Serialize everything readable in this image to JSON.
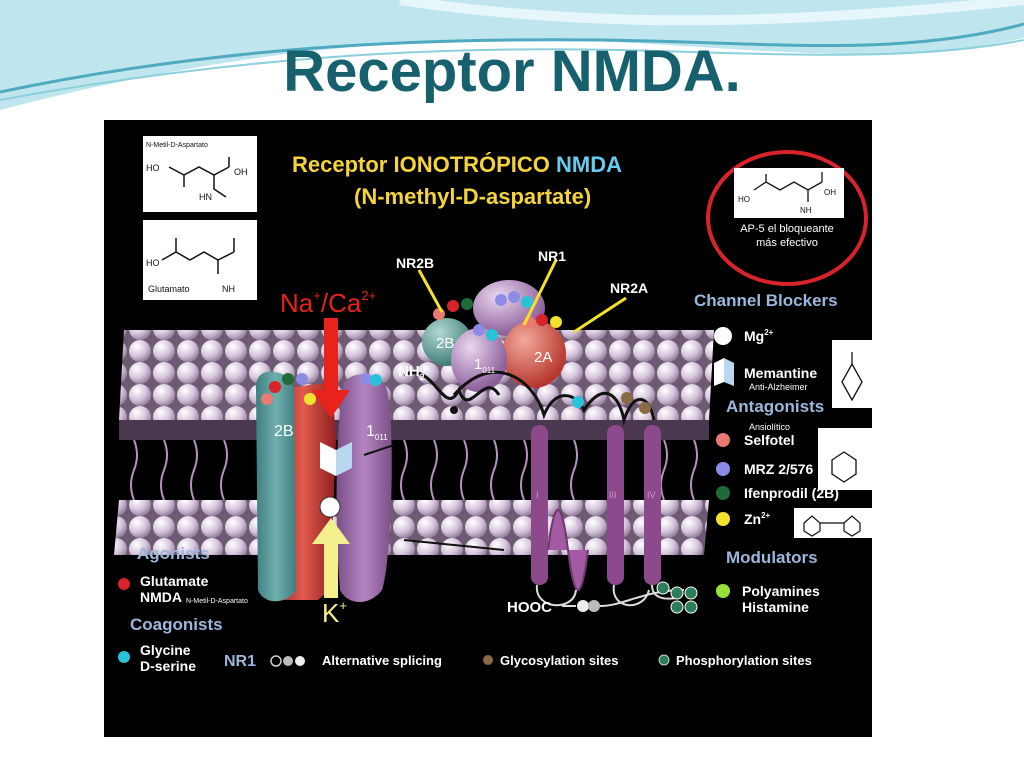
{
  "slide": {
    "title": "Receptor NMDA."
  },
  "colors": {
    "title": "#17606e",
    "wave_light": "#bfe6ef",
    "wave_dark": "#4fa9c0",
    "figure_bg": "#000000",
    "heading_blue": "#9bb8dc",
    "header_yellow": "#f5d33a",
    "header_cyan": "#66ccee"
  },
  "figure": {
    "header": {
      "line1_a": "Receptor IONOTRÓPICO",
      "line1_b": "NMDA",
      "line2": "(N-methyl-D-aspartate)"
    },
    "structures": {
      "nmda_label": "N-Metil-D-Aspartato",
      "glutamate_label": "Glutamato",
      "ap5_caption_1": "AP-5 el bloqueante",
      "ap5_caption_2": "más efectivo"
    },
    "subunits": {
      "nr2b": "NR2B",
      "nr1": "NR1",
      "nr2a": "NR2A",
      "top_2b": "2B",
      "top_1011": "1",
      "top_1011_sub": "011",
      "top_2a": "2A",
      "side_2b": "2B",
      "side_1011": "1",
      "side_1011_sub": "011",
      "nh2": "NH",
      "nh2_sub": "2",
      "hooc": "HOOC",
      "segments": [
        "I",
        "II",
        "III",
        "IV"
      ]
    },
    "ions": {
      "na_ca": "Na",
      "na_sup": "+",
      "slash_ca": "/Ca",
      "ca_sup": "2+",
      "k": "K",
      "k_sup": "+"
    },
    "legend_right": {
      "channel_blockers": "Channel Blockers",
      "mg": "Mg",
      "mg_sup": "2+",
      "memantine": "Memantine",
      "memantine_note": "Anti-Alzheimer",
      "antagonists": "Antagonists",
      "antagonists_note": "Ansiolítico",
      "selfotel": "Selfotel",
      "mrz": "MRZ 2/576",
      "ifenprodil": "Ifenprodil (2B)",
      "zn": "Zn",
      "zn_sup": "2+",
      "modulators": "Modulators",
      "polyamines": "Polyamines",
      "histamine": "Histamine"
    },
    "legend_left": {
      "agonists": "Agonists",
      "glutamate": "Glutamate",
      "nmda": "NMDA",
      "nmda_note": "N-Metil-D-Aspartato",
      "coagonists": "Coagonists",
      "glycine": "Glycine",
      "dserine": "D-serine"
    },
    "legend_bottom": {
      "nr1": "NR1",
      "alt_splicing": "Alternative splicing",
      "glycosylation": "Glycosylation sites",
      "phosphorylation": "Phosphorylation sites"
    },
    "dot_colors": {
      "glutamate": "#d8232a",
      "glycine": "#27c3d9",
      "selfotel": "#e87a73",
      "mrz": "#8c8ce6",
      "ifenprodil": "#1e6b3a",
      "zn": "#f2e22b",
      "polyamines": "#9be03a",
      "glyco": "#8a6a45",
      "phospho": "#2d7d5a"
    }
  }
}
